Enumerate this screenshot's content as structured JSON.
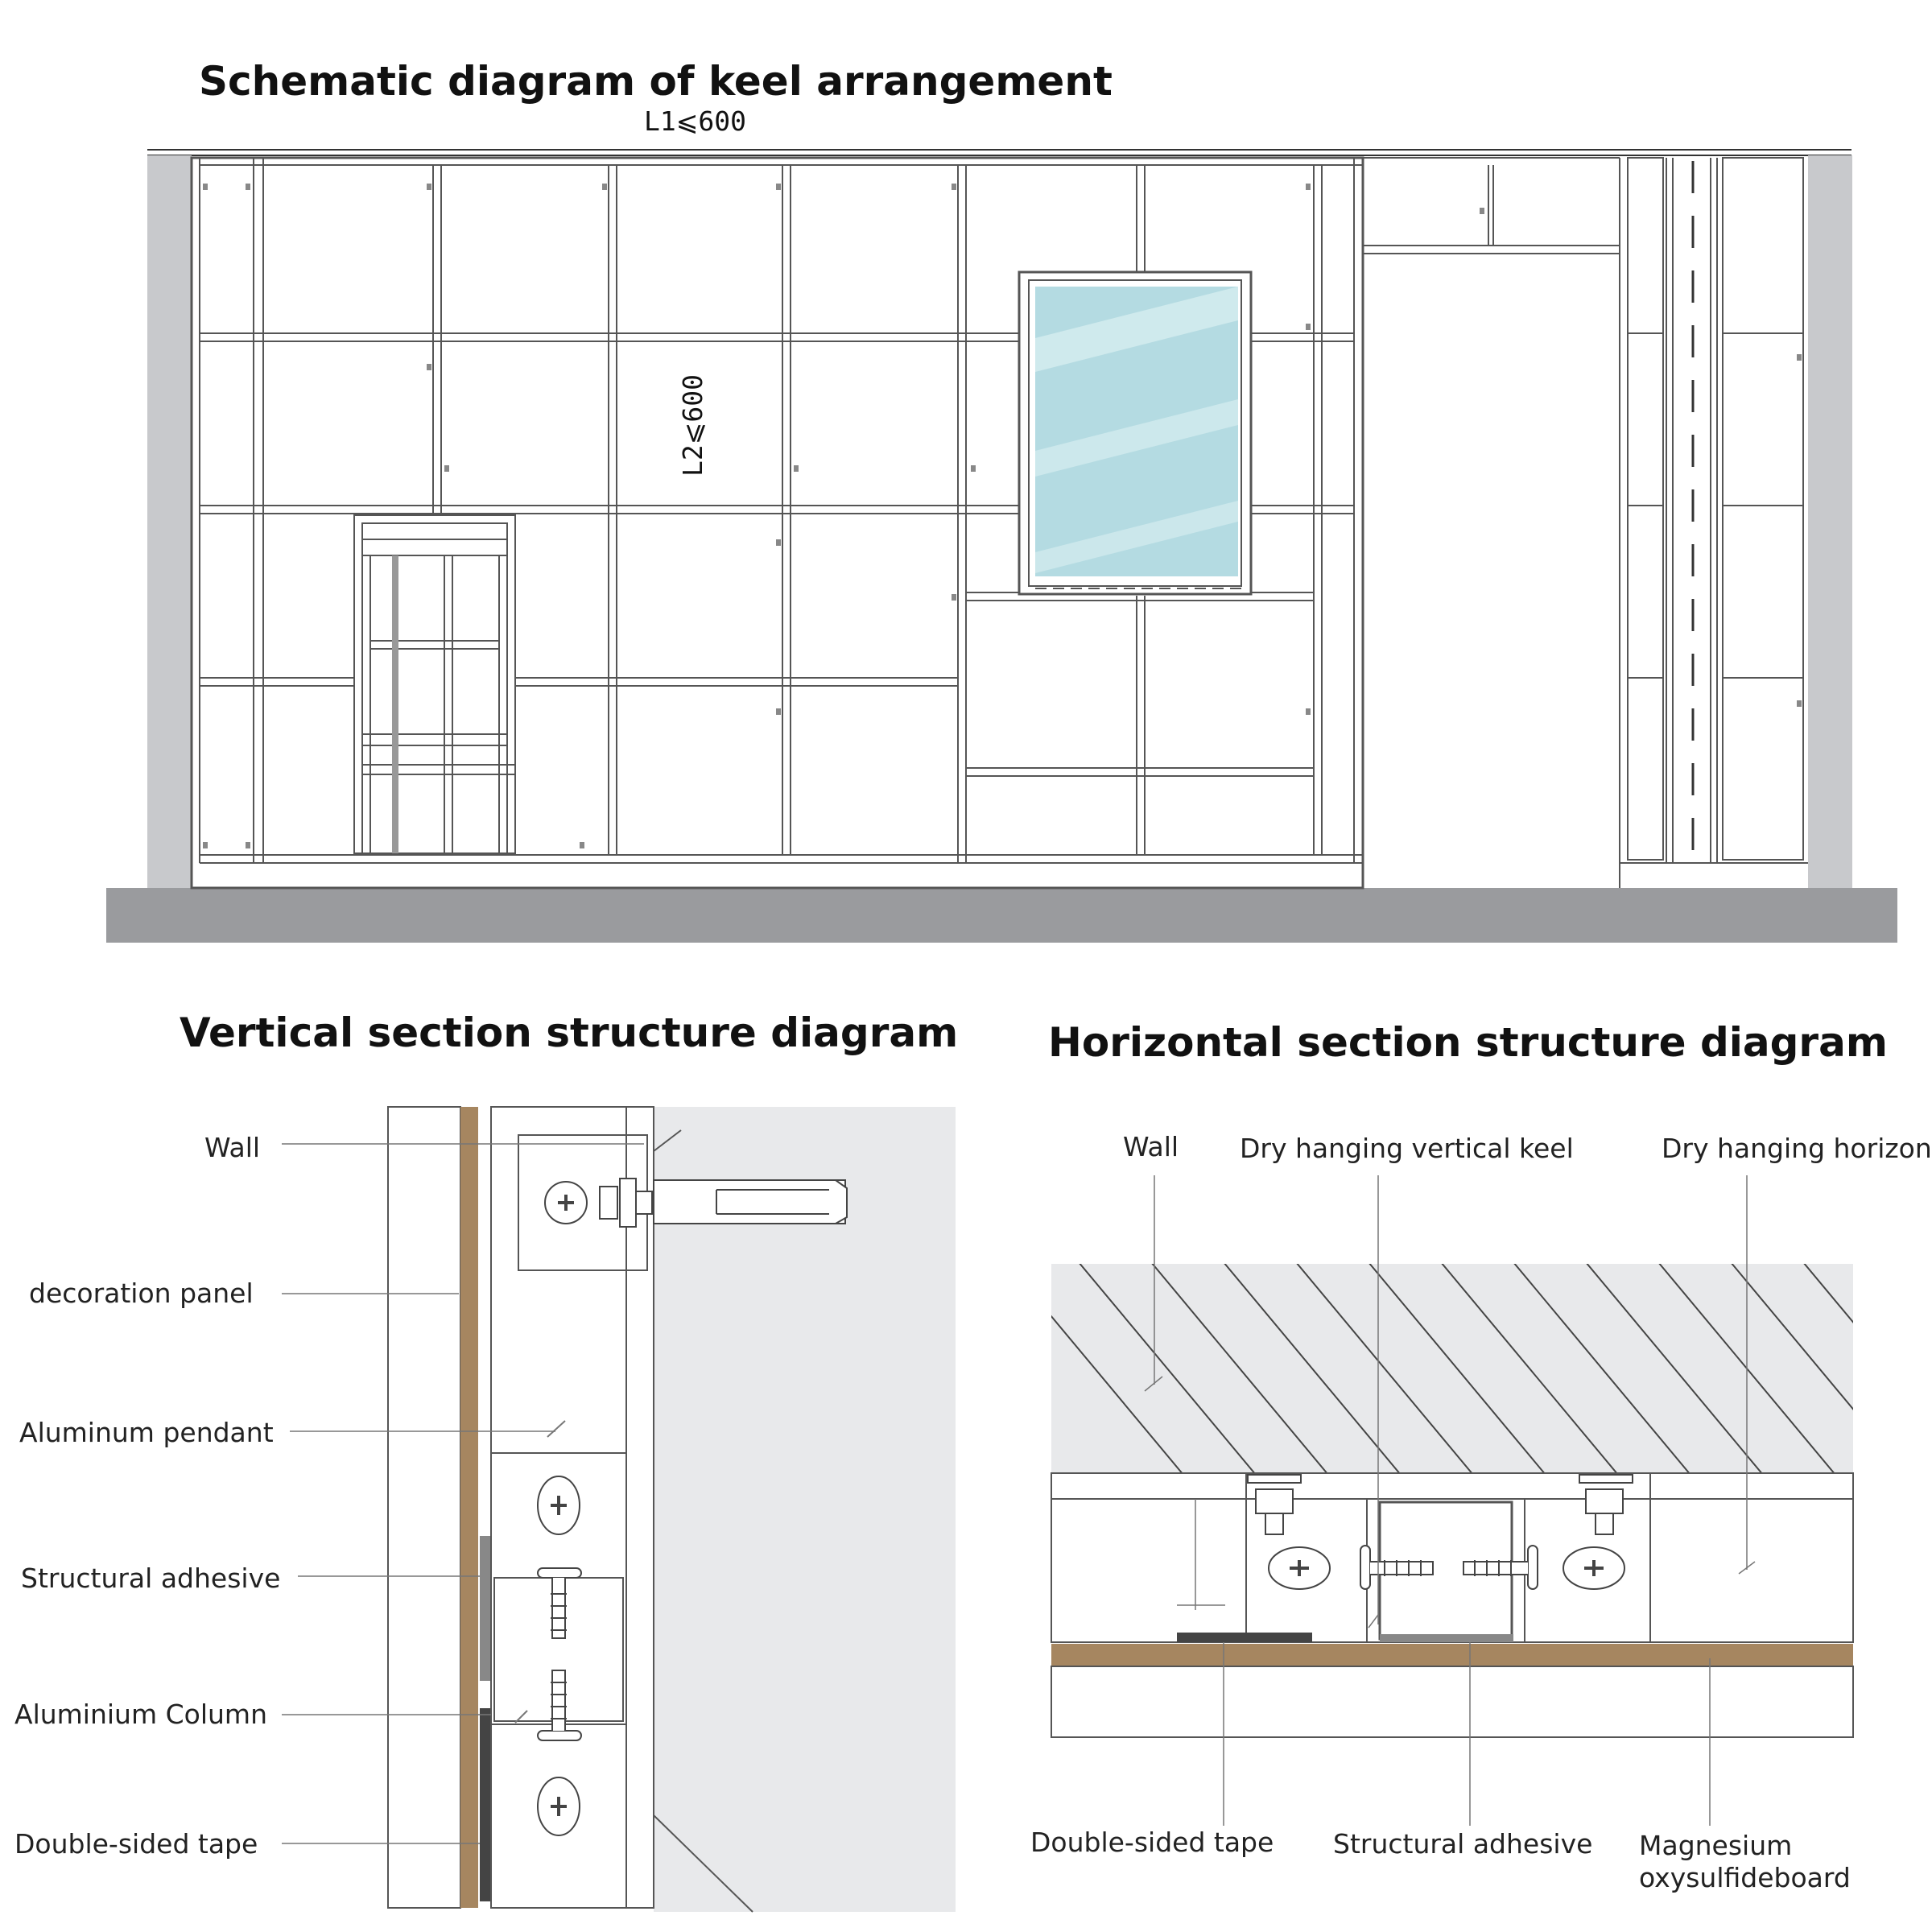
{
  "keel": {
    "title": "Schematic diagram of keel arrangement",
    "l1": "L1⩽600",
    "l2": "L2⩽600"
  },
  "vertical": {
    "title": "Vertical section structure diagram",
    "labels": {
      "wall": "Wall",
      "panel": "decoration panel",
      "pendant": "Aluminum pendant",
      "adhesive": "Structural adhesive",
      "column": "Aluminium Column",
      "tape": "Double-sided tape"
    }
  },
  "horizontal": {
    "title": "Horizontal section structure diagram",
    "labels": {
      "wall": "Wall",
      "vkeel": "Dry hanging vertical keel",
      "hkeel": "Dry hanging horizontal keel",
      "tape": "Double-sided tape",
      "adhesive": "Structural adhesive",
      "board1": "Magnesium",
      "board2": "oxysulfideboard"
    }
  },
  "colors": {
    "glass": "#b4dbe2",
    "wood": "#a68660",
    "wall_gray": "#c8c9cc",
    "floor_gray": "#9a9b9e",
    "line": "#555555"
  }
}
